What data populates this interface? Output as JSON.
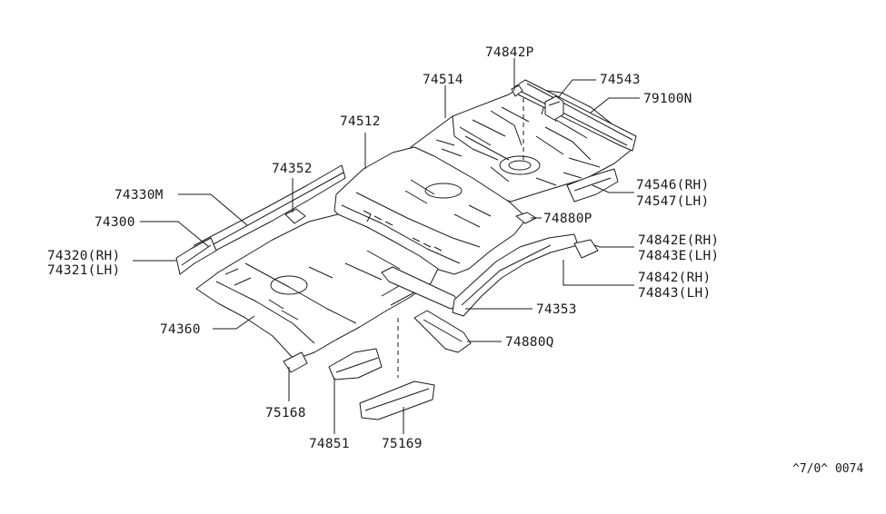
{
  "labels": {
    "p74842P": "74842P",
    "p74514": "74514",
    "p74543": "74543",
    "p79100N": "79100N",
    "p74512": "74512",
    "p74352": "74352",
    "p74330M": "74330M",
    "p74300": "74300",
    "p74320": "74320(RH)",
    "p74321": "74321(LH)",
    "p74546": "74546(RH)",
    "p74547": "74547(LH)",
    "p74880P": "74880P",
    "p74842E": "74842E(RH)",
    "p74843E": "74843E(LH)",
    "p74842": "74842(RH)",
    "p74843": "74843(LH)",
    "p74353": "74353",
    "p74360": "74360",
    "p74880Q": "74880Q",
    "p75168": "75168",
    "p74851": "74851",
    "p75169": "75169"
  },
  "footer": {
    "code": "^7/0^ 0074"
  }
}
